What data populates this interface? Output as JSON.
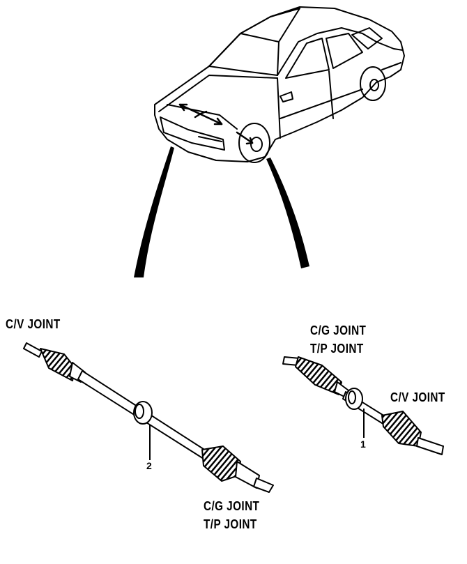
{
  "labels": {
    "left_top": "C/V JOINT",
    "right_top_1": "C/G JOINT",
    "right_top_2": "T/P JOINT",
    "right_mid": "C/V JOINT",
    "left_bottom_1": "C/G JOINT",
    "left_bottom_2": "T/P JOINT"
  },
  "callouts": {
    "left_shaft": "2",
    "right_shaft": "1"
  },
  "colors": {
    "line": "#000000",
    "background": "#ffffff"
  }
}
